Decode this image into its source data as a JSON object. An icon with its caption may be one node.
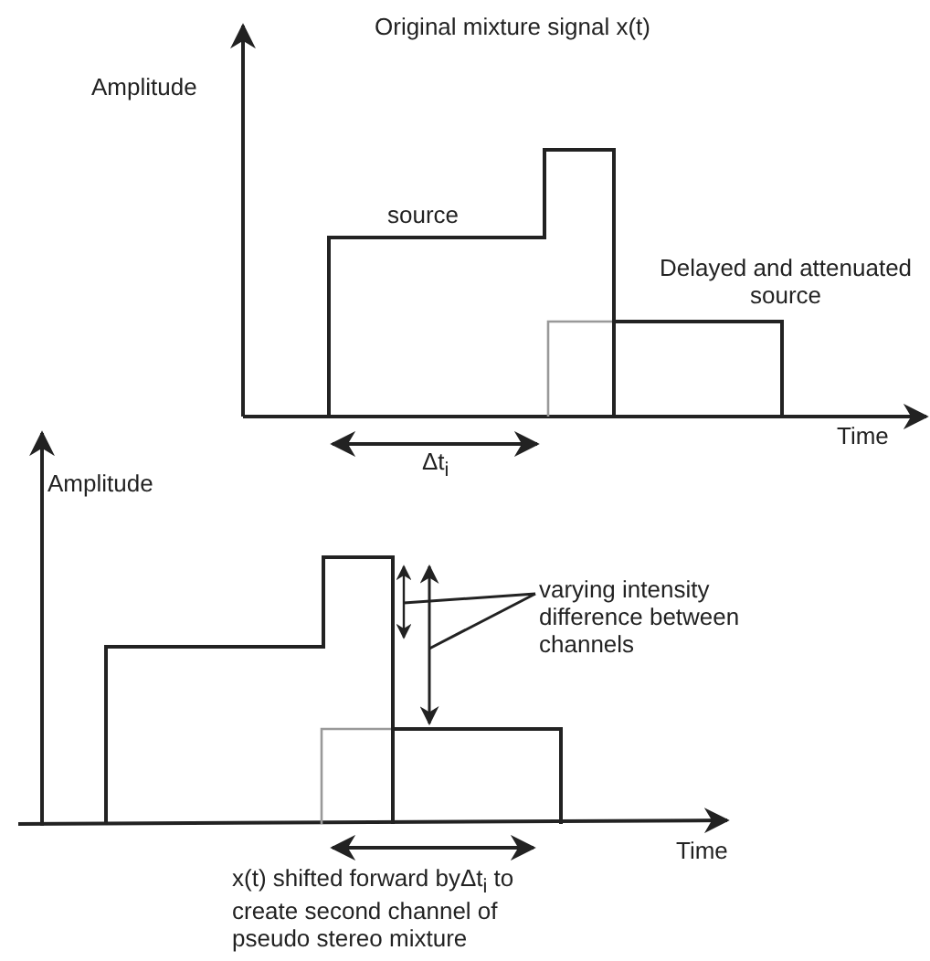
{
  "diagram": {
    "title": "Original mixture signal x(t)",
    "nodes": [
      {
        "text": [
          "varying intensity difference between channels"
        ]
      },
      {
        "text": [],
        "shape": "arrow"
      },
      {
        "text": [],
        "shape": "arrow"
      }
    ],
    "edges": [
      {
        "from": 0,
        "to": 1,
        "arrow": "none"
      },
      {
        "from": 0,
        "to": 2,
        "arrow": "none"
      }
    ],
    "labels": [
      "Amplitude",
      "source",
      "Delayed and attenuated source",
      "Time",
      "Δt$_{i}$",
      "Amplitude",
      "Time",
      "x(t) shifted forward byΔt$_{i}$ to create second channel of pseudo stereo mixture"
    ]
  }
}
